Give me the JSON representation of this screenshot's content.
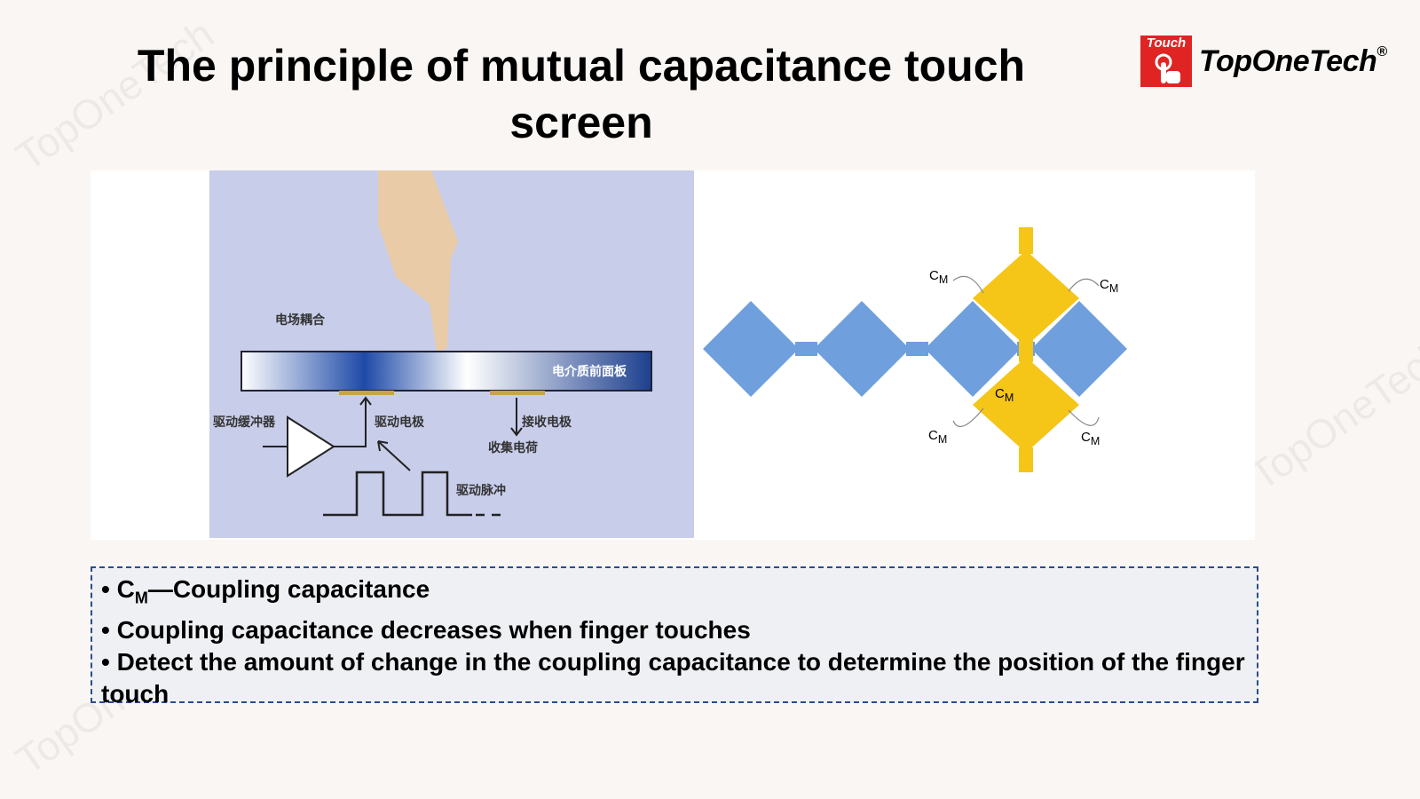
{
  "title": "The principle of mutual capacitance touch screen",
  "logo": {
    "badge": "Touch",
    "name": "TopOneTech",
    "reg": "®",
    "watermark": "TopOneTech"
  },
  "left_diagram": {
    "field_coupling": "电场耦合",
    "dielectric_panel": "电介质前面板",
    "drive_buffer": "驱动缓冲器",
    "drive_electrode": "驱动电极",
    "receive_electrode": "接收电极",
    "collect_charge": "收集电荷",
    "drive_pulse": "驱动脉冲"
  },
  "right_diagram": {
    "cm": "C",
    "cm_sub": "M"
  },
  "bullets": [
    {
      "prefix": "• C",
      "sub": "M",
      "text": "—Coupling capacitance"
    },
    {
      "text": "• Coupling capacitance decreases when finger touches"
    },
    {
      "text": "• Detect the amount of change in the coupling capacitance to determine the position of the finger touch"
    }
  ],
  "colors": {
    "blue": "#6f9fdc",
    "yellow": "#f5c518",
    "logo_red": "#e02424",
    "border": "#2b4c8c"
  }
}
